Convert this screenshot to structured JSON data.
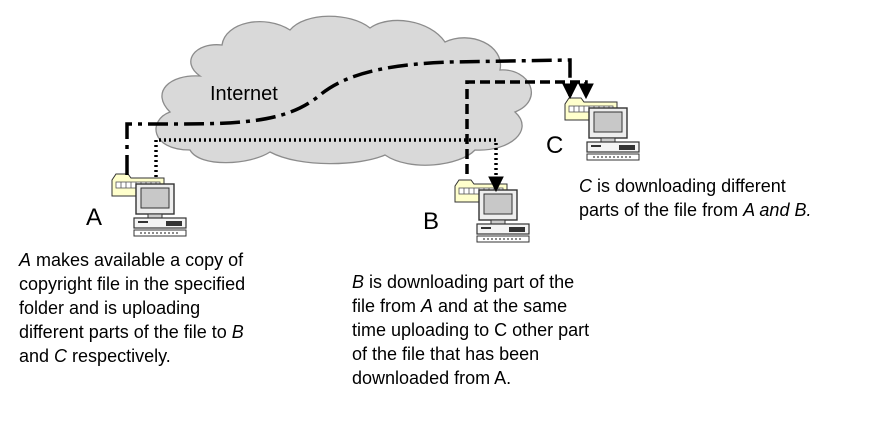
{
  "cloud": {
    "label": "Internet"
  },
  "nodes": {
    "a": "A",
    "b": "B",
    "c": "C"
  },
  "captions": {
    "a": [
      [
        {
          "t": "A",
          "i": true
        },
        {
          "t": " makes available a copy of",
          "i": false
        }
      ],
      [
        {
          "t": "copyright file in the specified",
          "i": false
        }
      ],
      [
        {
          "t": "folder and is uploading",
          "i": false
        }
      ],
      [
        {
          "t": "different parts of the file to ",
          "i": false
        },
        {
          "t": "B",
          "i": true
        }
      ],
      [
        {
          "t": "and ",
          "i": false
        },
        {
          "t": "C",
          "i": true
        },
        {
          "t": " respectively.",
          "i": false
        }
      ]
    ],
    "b": [
      [
        {
          "t": "B",
          "i": true
        },
        {
          "t": " is downloading part of the",
          "i": false
        }
      ],
      [
        {
          "t": "file from ",
          "i": false
        },
        {
          "t": "A",
          "i": true
        },
        {
          "t": " and at the same",
          "i": false
        }
      ],
      [
        {
          "t": "time uploading to C other part",
          "i": false
        }
      ],
      [
        {
          "t": "of the file that has been",
          "i": false
        }
      ],
      [
        {
          "t": "downloaded from A.",
          "i": false
        }
      ]
    ],
    "c": [
      [
        {
          "t": "C",
          "i": true
        },
        {
          "t": " is downloading different",
          "i": false
        }
      ],
      [
        {
          "t": "parts of the file from ",
          "i": false
        },
        {
          "t": "A and B.",
          "i": true
        }
      ]
    ]
  },
  "colors": {
    "cloud_fill": "#d9d9d9",
    "cloud_stroke": "#8c8c8c",
    "folder_fill": "#ffffcc",
    "line": "#000000"
  }
}
